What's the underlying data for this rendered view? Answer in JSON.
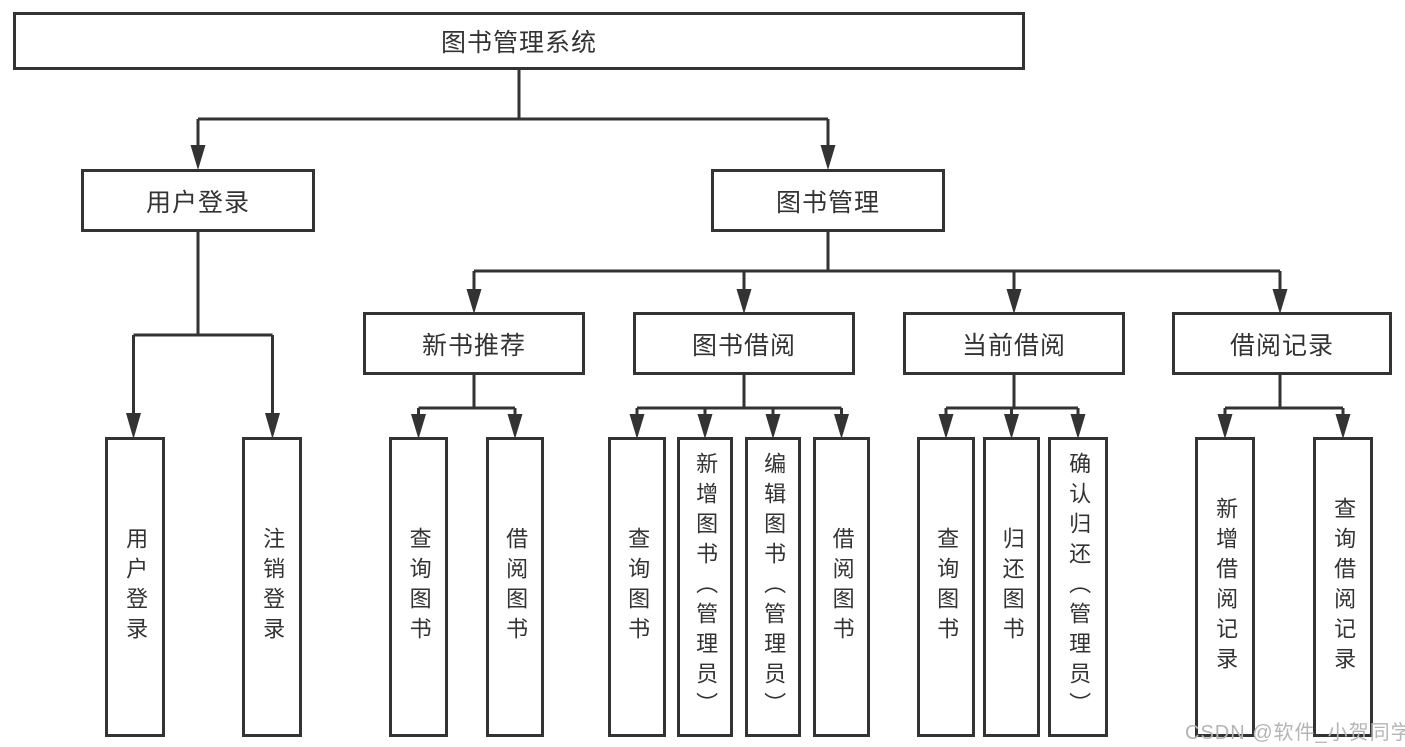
{
  "diagram": {
    "tree": {
      "label": "图书管理系统",
      "children": [
        {
          "label": "用户登录",
          "children": [
            {
              "label": "用户登录"
            },
            {
              "label": "注销登录"
            }
          ]
        },
        {
          "label": "图书管理",
          "children": [
            {
              "label": "新书推荐",
              "children": [
                {
                  "label": "查询图书"
                },
                {
                  "label": "借阅图书"
                }
              ]
            },
            {
              "label": "图书借阅",
              "children": [
                {
                  "label": "查询图书"
                },
                {
                  "label": "新增图书（管理员）"
                },
                {
                  "label": "编辑图书（管理员）"
                },
                {
                  "label": "借阅图书"
                }
              ]
            },
            {
              "label": "当前借阅",
              "children": [
                {
                  "label": "查询图书"
                },
                {
                  "label": "归还图书"
                },
                {
                  "label": "确认归还（管理员）"
                }
              ]
            },
            {
              "label": "借阅记录",
              "children": [
                {
                  "label": "新增借阅记录"
                },
                {
                  "label": "查询借阅记录"
                }
              ]
            }
          ]
        }
      ]
    },
    "colors": {
      "line": "#333333",
      "box_border": "#333333",
      "box_fill": "#ffffff",
      "text": "#333333",
      "watermark": "#b5b5b5"
    },
    "watermark": "CSDN @软件_小贺同学"
  }
}
